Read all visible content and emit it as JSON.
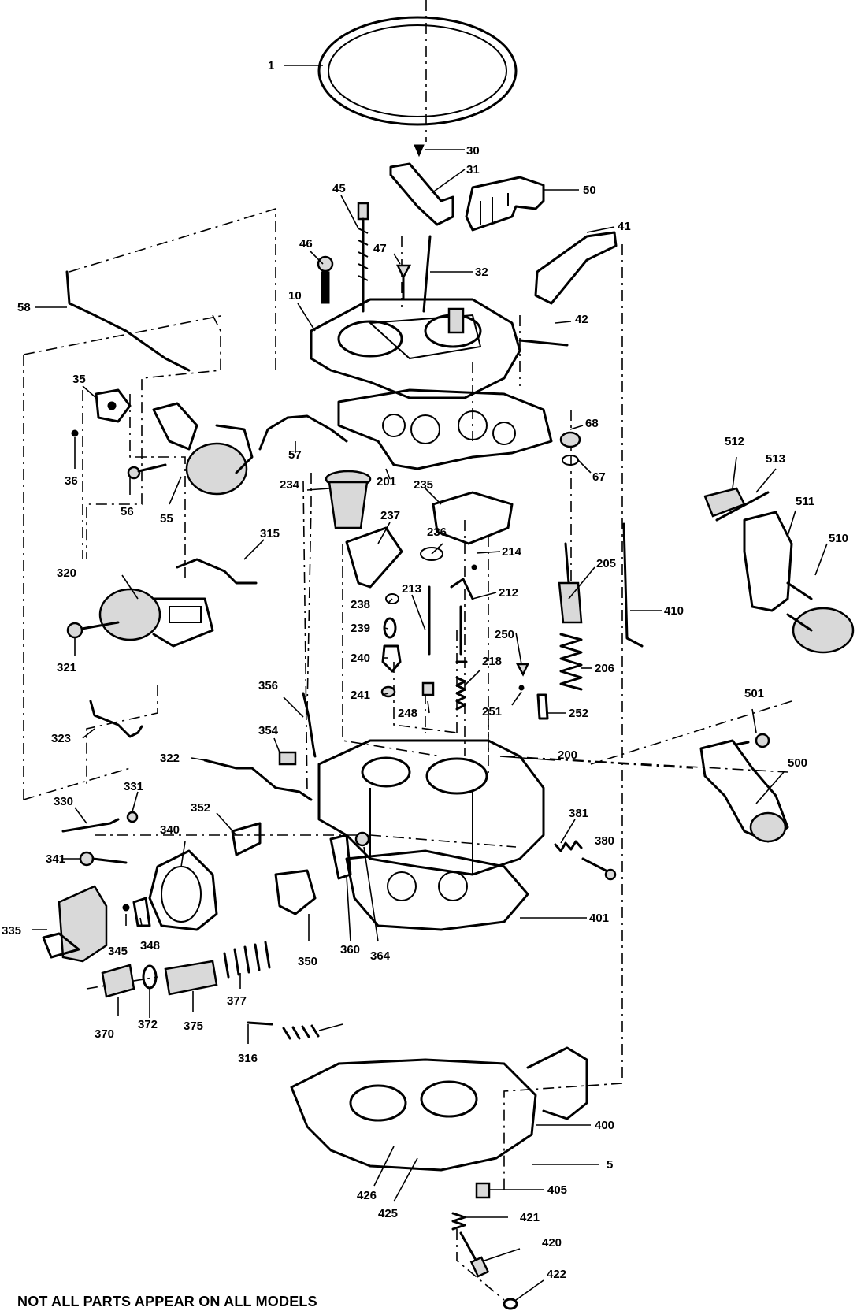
{
  "footnote": "NOT ALL PARTS APPEAR ON ALL MODELS",
  "callouts": [
    "1",
    "30",
    "31",
    "50",
    "45",
    "41",
    "46",
    "47",
    "32",
    "58",
    "10",
    "42",
    "35",
    "68",
    "36",
    "57",
    "67",
    "56",
    "55",
    "201",
    "234",
    "235",
    "512",
    "513",
    "315",
    "237",
    "236",
    "214",
    "511",
    "320",
    "205",
    "510",
    "238",
    "213",
    "212",
    "410",
    "239",
    "250",
    "321",
    "240",
    "218",
    "206",
    "241",
    "251",
    "248",
    "252",
    "356",
    "323",
    "501",
    "354",
    "200",
    "322",
    "500",
    "331",
    "330",
    "352",
    "381",
    "340",
    "341",
    "380",
    "401",
    "335",
    "345",
    "348",
    "350",
    "360",
    "364",
    "377",
    "370",
    "372",
    "375",
    "316",
    "400",
    "5",
    "426",
    "405",
    "425",
    "421",
    "420",
    "422"
  ]
}
